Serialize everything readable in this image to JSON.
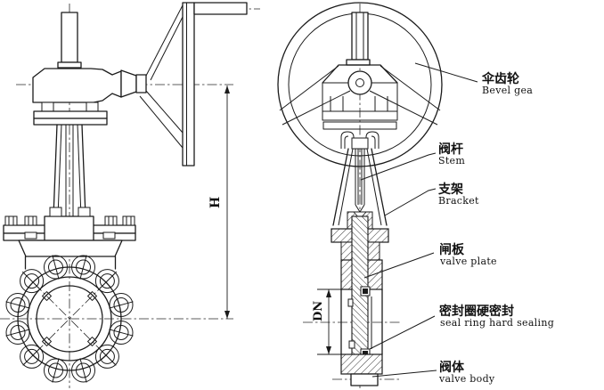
{
  "callouts": [
    {
      "id": "bevel-gear",
      "zh": "伞齿轮",
      "en": "Bevel gea"
    },
    {
      "id": "stem",
      "zh": "阀杆",
      "en": "Stem"
    },
    {
      "id": "bracket",
      "zh": "支架",
      "en": "Bracket"
    },
    {
      "id": "valve-plate",
      "zh": "闸板",
      "en": "valve plate"
    },
    {
      "id": "seal-ring",
      "zh": "密封圈硬密封",
      "en": "seal ring hard sealing"
    },
    {
      "id": "valve-body",
      "zh": "阀体",
      "en": "valve body"
    }
  ],
  "dimensions": {
    "height_label": "H",
    "dn_label": "DN"
  },
  "colors": {
    "line": "#1b1b1b",
    "background": "#ffffff"
  }
}
